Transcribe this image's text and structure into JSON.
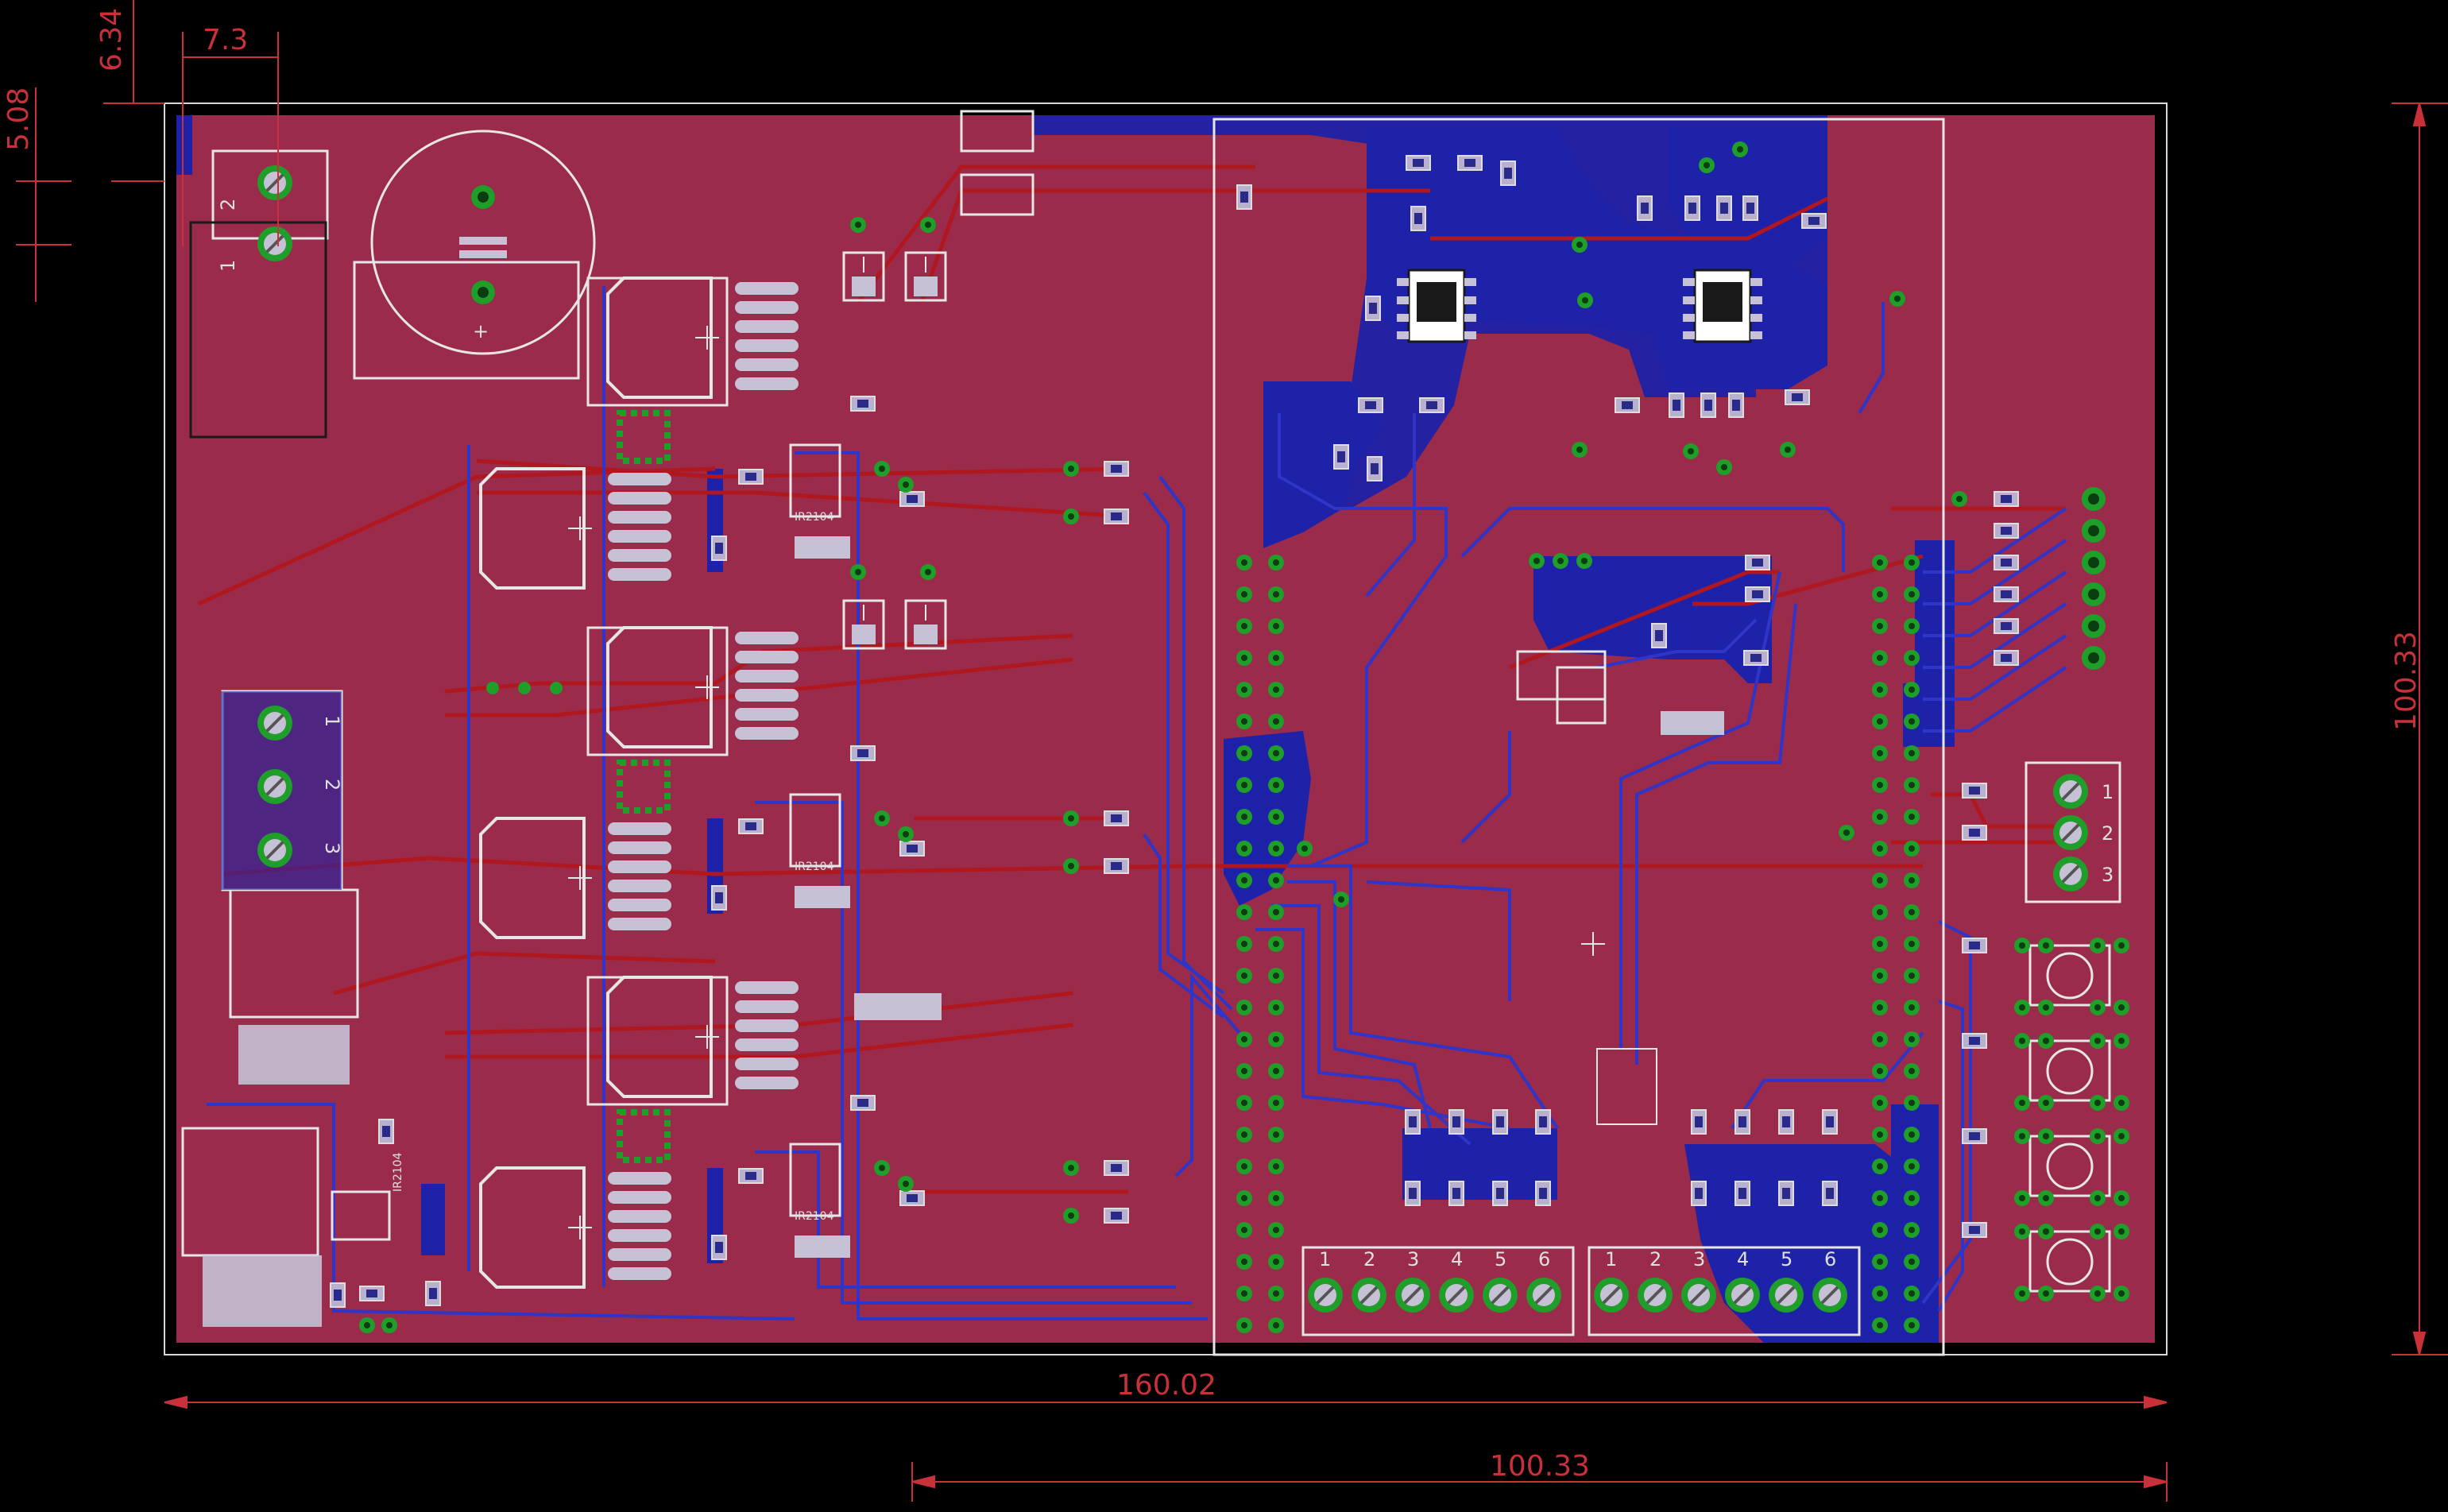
{
  "dimensions": {
    "width": "160.02",
    "height": "100.33",
    "sub_width": "100.33",
    "offset_top": "6.34",
    "offset_left": "7.3",
    "hole_spacing": "5.08"
  },
  "ic_label": "IR2104",
  "terminal_pins": [
    "1",
    "2",
    "3",
    "4",
    "5",
    "6"
  ],
  "side_terminal_pins": [
    "1",
    "2",
    "3"
  ],
  "colors": {
    "background": "#000000",
    "board_fill": "#9a2b4a",
    "bottom_copper": "#1e22a8",
    "top_trace": "#b0171f",
    "pad": "#c7c1d6",
    "via_ring": "#1f9e2a",
    "silkscreen": "#e6e6e6",
    "dimension": "#c8303a"
  }
}
